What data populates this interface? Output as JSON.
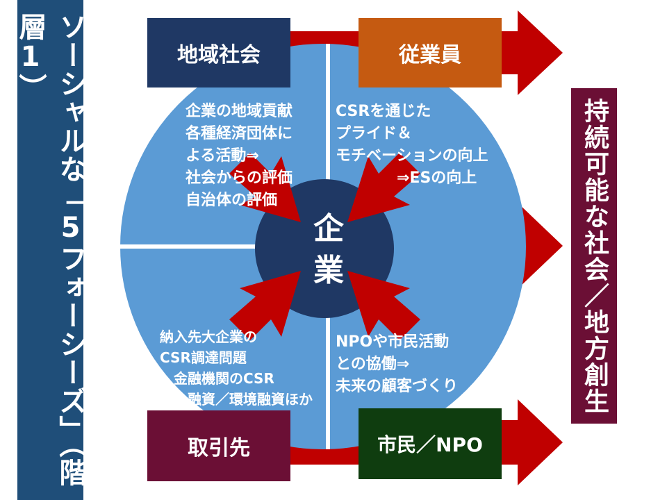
{
  "left_banner": {
    "text": "ソーシャルな「5フォーシーズ」（階層1）"
  },
  "right_banner": {
    "text": "持続可能な社会／地方創生"
  },
  "center": {
    "label": "企\n業"
  },
  "quadrants": {
    "community": {
      "title": "地域社会",
      "text": "企業の地域貢献\n各種経済団体に\nよる活動⇒\n社会からの評価\n自治体の評価"
    },
    "employees": {
      "title": "従業員",
      "text": "CSRを通じた\nプライド＆\nモチベーションの向上\n　　　　⇒ESの向上"
    },
    "partners": {
      "title": "取引先",
      "text": "納入先大企業の\nCSR調達問題\n　金融機関のCSR\n　　融資／環境融資ほか"
    },
    "citizens": {
      "title": "市民／NPO",
      "text": "NPOや市民活動\nとの協働⇒\n未来の顧客づくり"
    }
  },
  "colors": {
    "left_banner": "#1f4e79",
    "right_banner": "#6b0f35",
    "circle": "#5b9bd5",
    "center": "#1f3864",
    "arrow": "#c00000",
    "community": "#1f3864",
    "employees": "#c55a11",
    "partners": "#6b0f35",
    "citizens": "#0f3d0f"
  }
}
